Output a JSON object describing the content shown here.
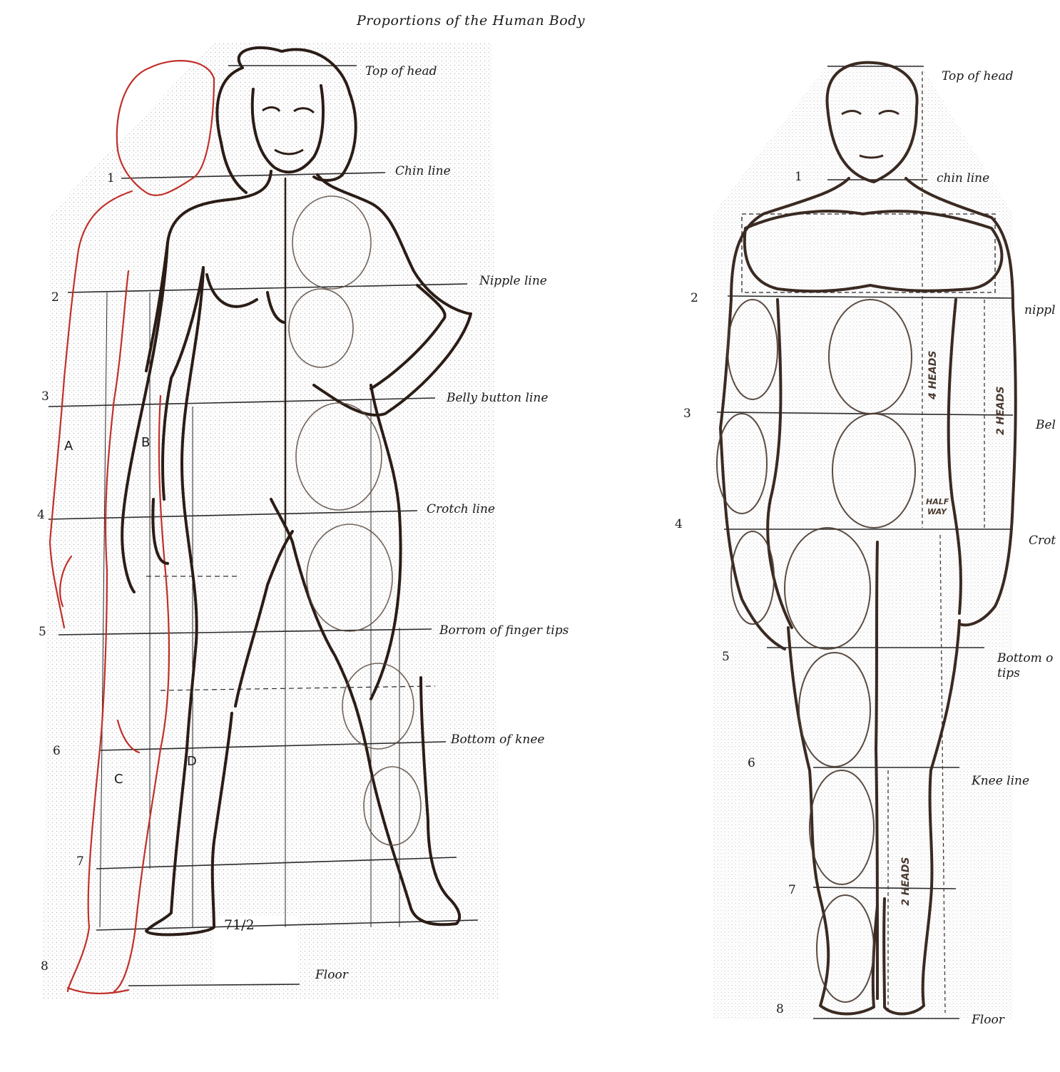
{
  "title": "Proportions of the Human Body",
  "female": {
    "lines": [
      {
        "label": "Top of head",
        "num": ""
      },
      {
        "label": "Chin line",
        "num": "1"
      },
      {
        "label": "Nipple line",
        "num": "2"
      },
      {
        "label": "Belly button line",
        "num": "3"
      },
      {
        "label": "Crotch line",
        "num": "4"
      },
      {
        "label": "Borrom of finger tips",
        "num": "5"
      },
      {
        "label": "Bottom of knee",
        "num": "6"
      },
      {
        "label": "",
        "num": "7"
      },
      {
        "label": "Floor",
        "num": "8"
      }
    ],
    "letters": [
      "A",
      "B",
      "C",
      "D"
    ],
    "half_mark": "71/2"
  },
  "male": {
    "lines": [
      {
        "label": "Top of head",
        "num": ""
      },
      {
        "label": "chin line",
        "num": "1"
      },
      {
        "label": "nippl",
        "num": "2"
      },
      {
        "label": "Bel",
        "num": "3"
      },
      {
        "label": "Crot",
        "num": "4"
      },
      {
        "label": "Bottom o",
        "label2": "tips",
        "num": "5"
      },
      {
        "label": "Knee line",
        "num": "6"
      },
      {
        "label": "",
        "num": "7"
      },
      {
        "label": "Floor",
        "num": "8"
      }
    ],
    "annotations": {
      "four_heads": "4 HEADS",
      "two_heads_upper": "2 HEADS",
      "half": "HALF",
      "way": "WAY",
      "two_heads_lower": "2 HEADS"
    }
  },
  "colors": {
    "ink": "#3a2a22",
    "red_sketch": "#c0302a",
    "grid": "#2a2a2a",
    "stipple": "#b9b9b9"
  }
}
